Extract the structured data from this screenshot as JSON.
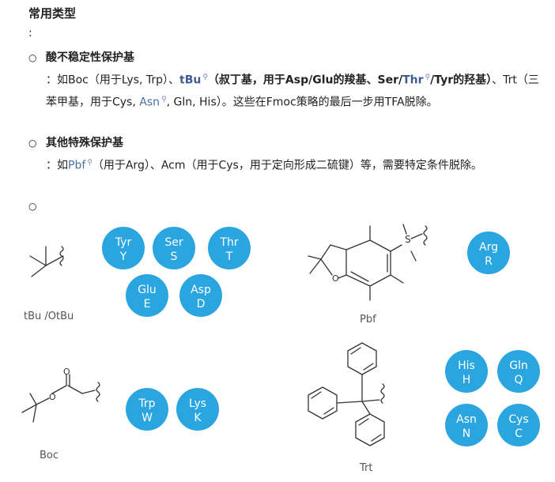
{
  "heading": "常用类型",
  "colon": ":",
  "bullet_glyph": "○",
  "items": [
    {
      "title": "酸不稳定性保护基",
      "p_prefix": "：如Boc（用于Lys, Trp）、",
      "tBu": "tBu",
      "p_bold1": "（叔丁基，用于Asp/Glu的羧基、Ser/",
      "thr": "Thr",
      "p_bold2": "/Tyr的羟基）",
      "p_mid": "、Trt（三苯甲基，用于Cys, ",
      "asn": "Asn",
      "p_tail": ", Gln, His）。这些在Fmoc策略的最后一步用TFA脱除。"
    },
    {
      "title": "其他特殊保护基",
      "p_prefix": "：如",
      "pbf": "Pbf",
      "p_tail": "（用于Arg）、Acm（用于Cys，用于定向形成二硫键）等，需要特定条件脱除。"
    }
  ],
  "colors": {
    "circle": "#2aa5df",
    "circle_text": "#ffffff",
    "link": "#4a6fa5"
  },
  "figure": {
    "labels": {
      "tbu": "tBu /OtBu",
      "pbf": "Pbf",
      "boc": "Boc",
      "trt": "Trt"
    },
    "groups": {
      "tbu": [
        {
          "l1": "Tyr",
          "l2": "Y"
        },
        {
          "l1": "Ser",
          "l2": "S"
        },
        {
          "l1": "Thr",
          "l2": "T"
        },
        {
          "l1": "Glu",
          "l2": "E"
        },
        {
          "l1": "Asp",
          "l2": "D"
        }
      ],
      "pbf": [
        {
          "l1": "Arg",
          "l2": "R"
        }
      ],
      "boc": [
        {
          "l1": "Trp",
          "l2": "W"
        },
        {
          "l1": "Lys",
          "l2": "K"
        }
      ],
      "trt": [
        {
          "l1": "His",
          "l2": "H"
        },
        {
          "l1": "Gln",
          "l2": "Q"
        },
        {
          "l1": "Asn",
          "l2": "N"
        },
        {
          "l1": "Cys",
          "l2": "C"
        }
      ]
    },
    "atoms": {
      "S": "S",
      "O": "O"
    }
  }
}
